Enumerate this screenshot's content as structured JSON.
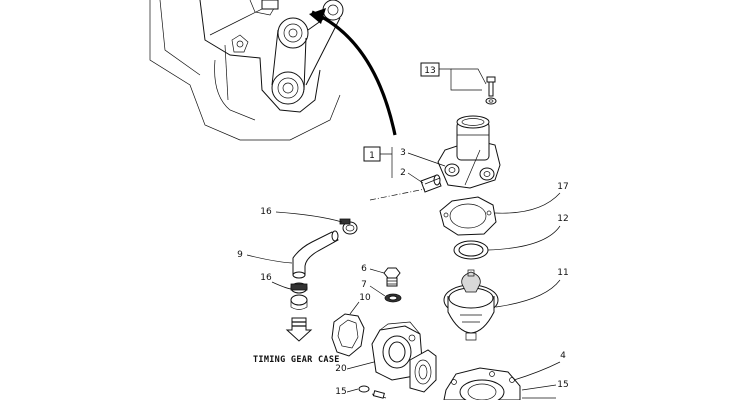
{
  "callouts": {
    "c13": "13",
    "c1": "1",
    "c3": "3",
    "c2": "2",
    "c17": "17",
    "c16a": "16",
    "c12": "12",
    "c9": "9",
    "c6": "6",
    "c11": "11",
    "c7": "7",
    "c16b": "16",
    "c10": "10",
    "c20": "20",
    "c4": "4",
    "c15a": "15",
    "c15b": "15"
  },
  "annotation": "TIMING GEAR CASE",
  "icons": {
    "direction_arrow": "down-arrow-icon"
  }
}
